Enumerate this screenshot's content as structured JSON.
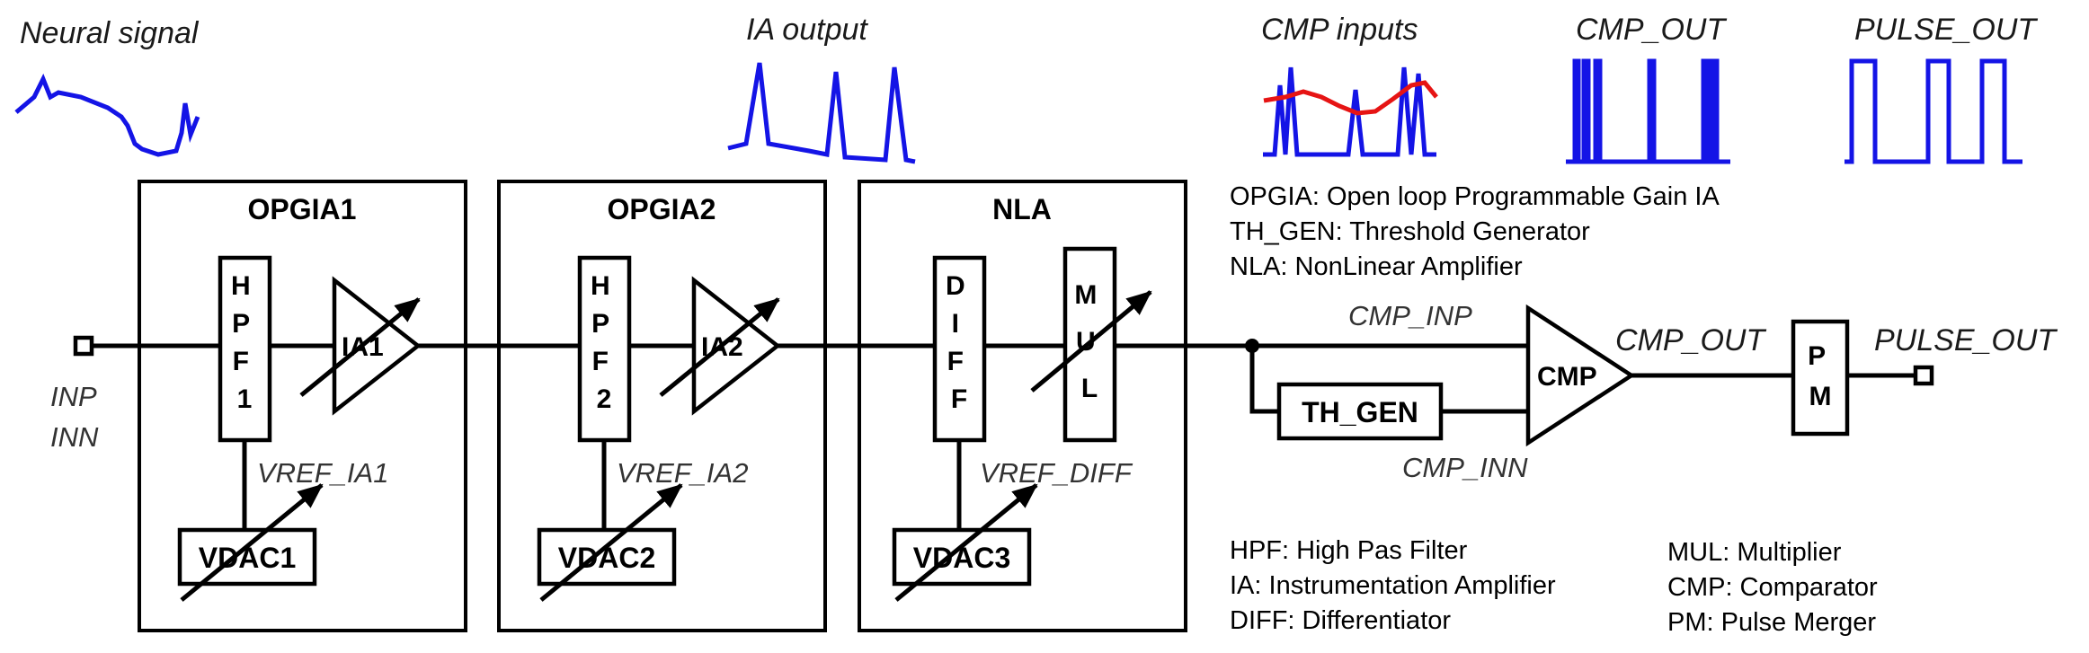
{
  "waveform_labels": {
    "neural": "Neural signal",
    "ia_output": "IA output",
    "cmp_inputs": "CMP inputs",
    "cmp_out": "CMP_OUT",
    "pulse_out": "PULSE_OUT"
  },
  "stages": {
    "opgia1": "OPGIA1",
    "opgia2": "OPGIA2",
    "nla": "NLA"
  },
  "blocks": {
    "hpf1": [
      "H",
      "P",
      "F",
      "1"
    ],
    "hpf2": [
      "H",
      "P",
      "F",
      "2"
    ],
    "diff": [
      "D",
      "I",
      "F",
      "F"
    ],
    "mul": [
      "M",
      "U",
      "L"
    ],
    "pm": [
      "P",
      "M"
    ],
    "ia1": "IA1",
    "ia2": "IA2",
    "vdac1": "VDAC1",
    "vdac2": "VDAC2",
    "vdac3": "VDAC3",
    "th_gen": "TH_GEN",
    "cmp": "CMP"
  },
  "signals": {
    "inp": "INP",
    "inn": "INN",
    "vref_ia1": "VREF_IA1",
    "vref_ia2": "VREF_IA2",
    "vref_diff": "VREF_DIFF",
    "cmp_inp": "CMP_INP",
    "cmp_inn": "CMP_INN",
    "cmp_out": "CMP_OUT",
    "pulse_out": "PULSE_OUT"
  },
  "legend_top": [
    "OPGIA: Open loop Programmable Gain IA",
    "TH_GEN: Threshold Generator",
    "NLA: NonLinear Amplifier"
  ],
  "legend_bottom_left": [
    "HPF: High Pas Filter",
    "IA: Instrumentation Amplifier",
    "DIFF: Differentiator"
  ],
  "legend_bottom_right": [
    "MUL: Multiplier",
    "CMP: Comparator",
    "PM: Pulse Merger"
  ],
  "colors": {
    "waveform": "#1414e6",
    "threshold": "#e61414",
    "line": "#000000"
  }
}
